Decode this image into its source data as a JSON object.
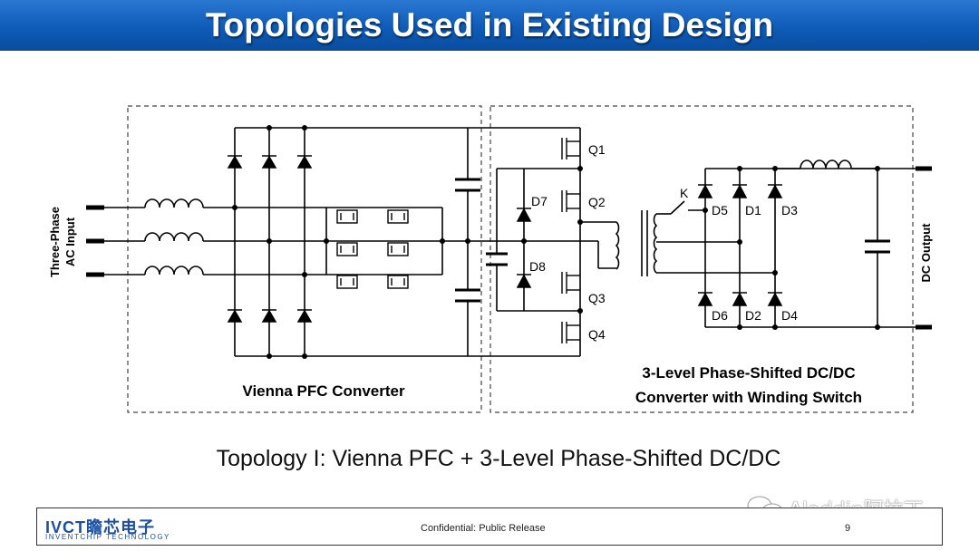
{
  "slide": {
    "title": "Topologies Used in Existing Design",
    "caption": "Topology I:  Vienna PFC + 3-Level Phase-Shifted DC/DC"
  },
  "diagram": {
    "input_label_line1": "Three-Phase",
    "input_label_line2": "AC Input",
    "output_label": "DC Output",
    "block_left_label": "Vienna PFC Converter",
    "block_right_label_line1": "3-Level Phase-Shifted DC/DC",
    "block_right_label_line2": "Converter with Winding Switch",
    "switches": [
      "Q1",
      "Q2",
      "Q3",
      "Q4"
    ],
    "clamp_diodes": [
      "D7",
      "D8"
    ],
    "winding_switch": "K",
    "rectifier_top": [
      "D5",
      "D1",
      "D3"
    ],
    "rectifier_bottom": [
      "D6",
      "D2",
      "D4"
    ]
  },
  "footer": {
    "logo_main": "IVCT瞻芯电子",
    "logo_sub": "INVENTCHIP TECHNOLOGY",
    "confidential": "Confidential: Public Release",
    "page_number": "9"
  },
  "watermark": {
    "text": "Aladdin阿拉丁",
    "icon": "wechat-icon"
  }
}
